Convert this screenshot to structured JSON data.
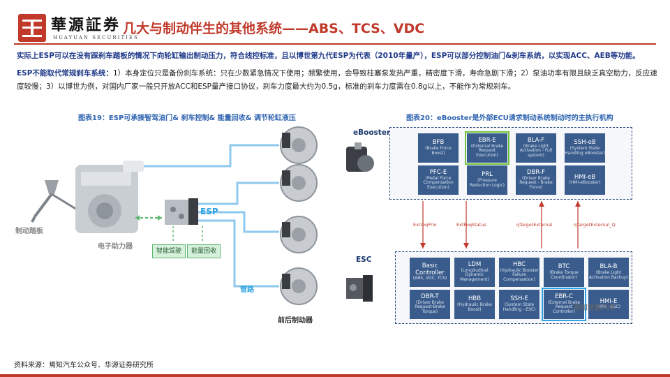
{
  "header": {
    "logo_cn": "華源証券",
    "logo_en": "HUAYUAN SECURITIES",
    "title": "几大与制动伴生的其他系统——ABS、TCS、VDC"
  },
  "intro": "实际上ESP可以在没有踩刹车踏板的情况下向轮缸输出制动压力，符合线控标准，且以博世第九代ESP为代表（2010年量产），ESP可以部分控制油门&刹车系统，以实现ACC、AEB等功能。",
  "detail": {
    "lead": "ESP不能取代常规刹车系统：",
    "body": "1）本身定位只是备份刹车系统：只在少数紧急情况下使用；频繁使用，会导致柱塞泵发热严重，精密度下滑，寿命急剧下滑；2）泵油功率有限且缺乏真空助力，反应速度较慢；3）以博世为例，对国内厂家一般只开放ACC和ESP量产接口协议，刹车力度最大约为0.5g，标准的刹车力度需在0.8g以上，不能作为常规刹车。"
  },
  "fig19": {
    "title": "图表19：ESP可承接智驾油门& 刹车控制& 能量回收& 调节轮缸液压",
    "labels": {
      "pedal": "制动踏板",
      "booster": "电子助力器",
      "esp": "ESP",
      "pipe": "管路",
      "wheels": "前后制动器",
      "smart_drive": "智能驾驶",
      "energy_recovery": "能量回收"
    }
  },
  "fig20": {
    "title": "图表20：eBooster是外部ECU请求制动系统制动时的主执行机构",
    "ebooster_label": "eBooster",
    "esc_label": "ESC",
    "ebooster_modules": [
      {
        "t": "BFB",
        "d": "(Brake Force Boost)"
      },
      {
        "t": "EBR-E",
        "d": "(External Brake Request Execution)"
      },
      {
        "t": "BLA-F",
        "d": "(Brake Light Activation - Full system)"
      },
      {
        "t": "SSH-eB",
        "d": "(System State Handling eBooster)"
      },
      {
        "t": "PFC-E",
        "d": "(Pedal Force Compensation Execution)"
      },
      {
        "t": "PRL",
        "d": "(Pressure Reduction Logic)"
      },
      {
        "t": "DBR-F",
        "d": "(Driver Brake Request - Brake Force)"
      },
      {
        "t": "HMI-eB",
        "d": "(HMI-eBooster)"
      }
    ],
    "esc_modules": [
      {
        "t": "Basic Controller",
        "d": "(ABS, VDC, TCS)"
      },
      {
        "t": "LDM",
        "d": "(Longitudinal Dynamic Management)"
      },
      {
        "t": "HBC",
        "d": "(Hydraulic Booster Failure Compensation)"
      },
      {
        "t": "BTC",
        "d": "(Brake Torque Coordinator)"
      },
      {
        "t": "BLA-B",
        "d": "(Brake Light Activation Backup)"
      },
      {
        "t": "DBR-T",
        "d": "(Driver Brake Request-Brake Torque)"
      },
      {
        "t": "HBB",
        "d": "(Hydraulic Brake Boost)"
      },
      {
        "t": "SSH-E",
        "d": "(System State Handling - ESC)"
      },
      {
        "t": "EBR-C",
        "d": "(External Brake Request Controller)"
      },
      {
        "t": "HMI-E",
        "d": "(HMI - ESC)"
      }
    ],
    "signals": [
      "ExtreqPrio",
      "ExtFeqStatus",
      "qTargetExternal",
      "qTargetExternal_Q"
    ]
  },
  "watermark": "焉知智能汽车",
  "source": "资料来源：焉知汽车公众号、华源证券研究所",
  "colors": {
    "brand": "#c0392b",
    "link_blue": "#1f3a8a",
    "module": "#3a5c8c"
  }
}
